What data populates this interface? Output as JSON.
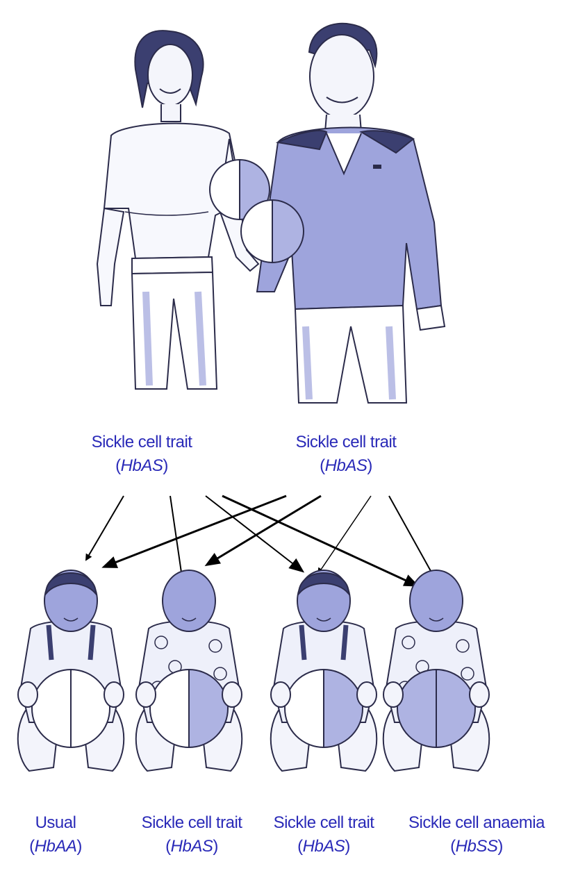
{
  "parents": {
    "left": {
      "label": "Sickle cell trait",
      "genotype": "HbAS"
    },
    "right": {
      "label": "Sickle cell trait",
      "genotype": "HbAS"
    }
  },
  "children": [
    {
      "label": "Usual",
      "genotype": "HbAA",
      "circle": "white-white"
    },
    {
      "label": "Sickle cell trait",
      "genotype": "HbAS",
      "circle": "white-shaded"
    },
    {
      "label": "Sickle cell trait",
      "genotype": "HbAS",
      "circle": "white-shaded"
    },
    {
      "label": "Sickle cell anaemia",
      "genotype": "HbSS",
      "circle": "shaded-shaded"
    }
  ],
  "colors": {
    "text": "#2a2ab8",
    "figure_fill": "#9ea4dc",
    "line": "#2b2b4a",
    "arrow": "#000000"
  }
}
